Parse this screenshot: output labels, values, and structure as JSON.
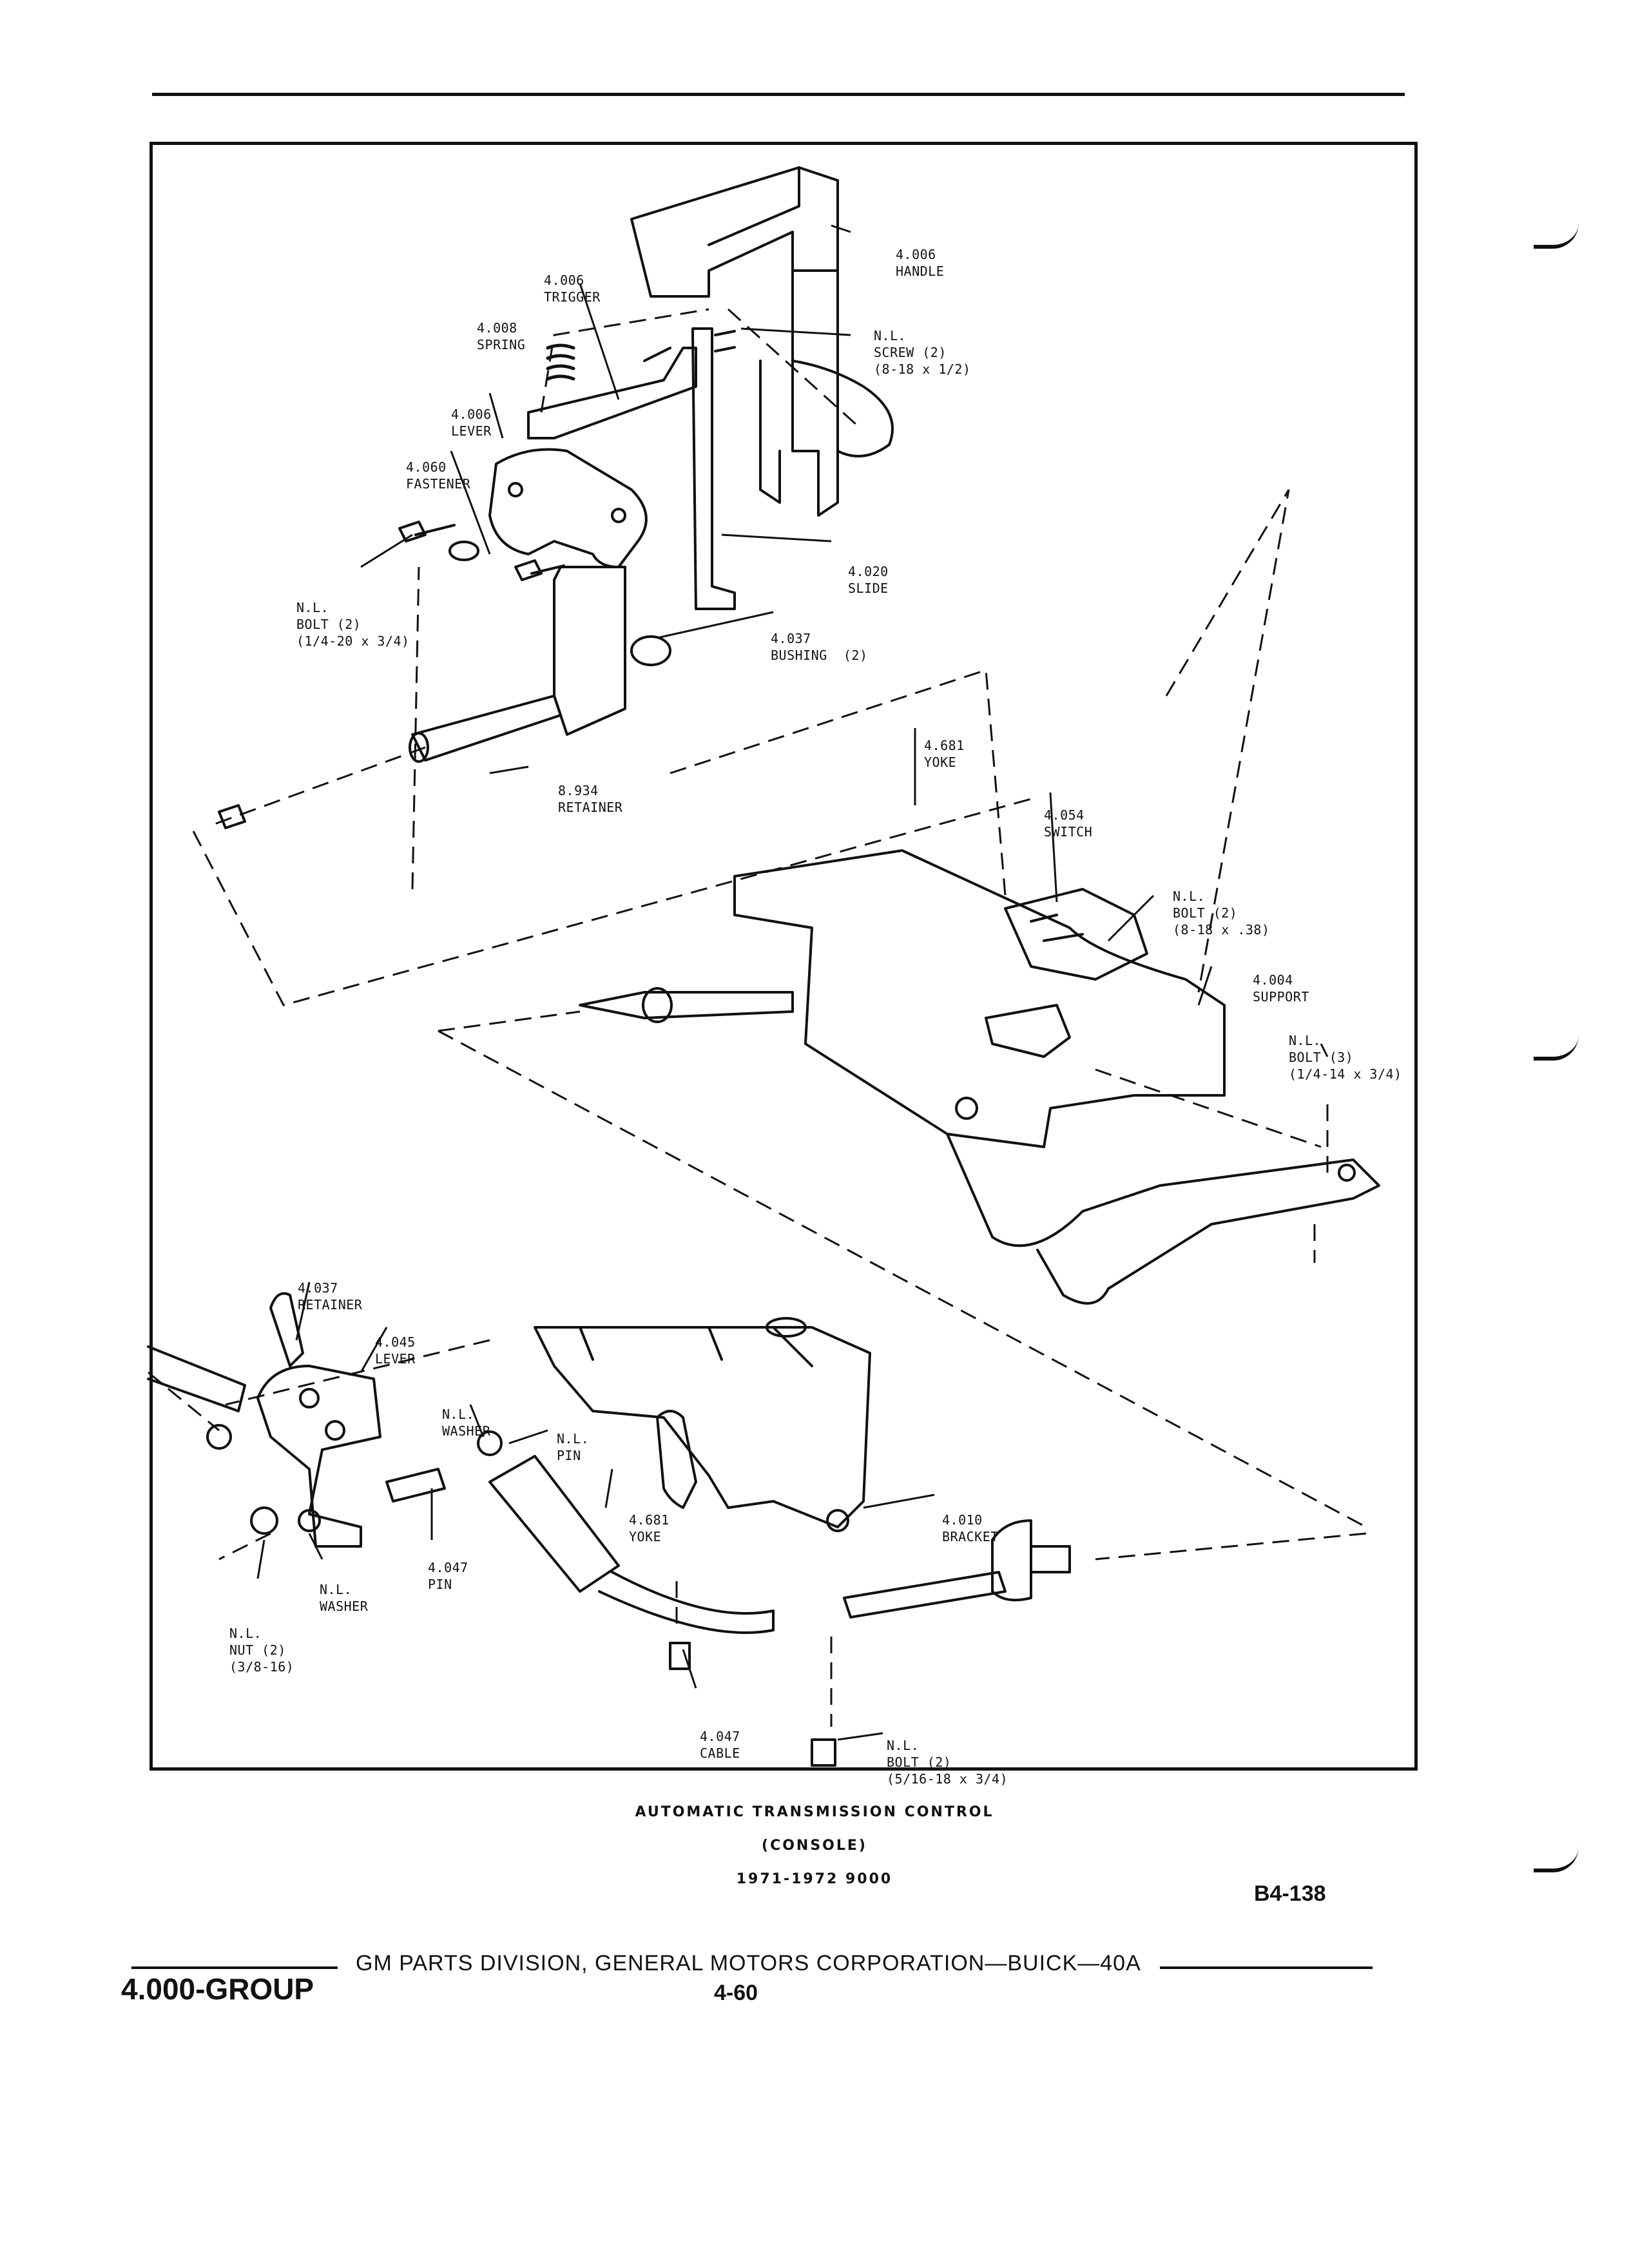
{
  "labels": {
    "trigger": [
      "4.006",
      "TRIGGER"
    ],
    "handle": [
      "4.006",
      "HANDLE"
    ],
    "spring": [
      "4.008",
      "SPRING"
    ],
    "screw": [
      "N.L.",
      "SCREW (2)",
      "(8-18 x 1/2)"
    ],
    "lever_top": [
      "4.006",
      "LEVER"
    ],
    "fastener": [
      "4.060",
      "FASTENER"
    ],
    "bolt_left": [
      "N.L.",
      "BOLT (2)",
      "(1/4-20 x 3/4)"
    ],
    "slide": [
      "4.020",
      "SLIDE"
    ],
    "bushing": [
      "4.037",
      "BUSHING  (2)"
    ],
    "yoke_top": [
      "4.681",
      "YOKE"
    ],
    "retainer_top": [
      "8.934",
      "RETAINER"
    ],
    "switch": [
      "4.054",
      "SWITCH"
    ],
    "bolt_switch": [
      "N.L.",
      "BOLT (2)",
      "(8-18 x .38)"
    ],
    "support": [
      "4.004",
      "SUPPORT"
    ],
    "bolt_support": [
      "N.L.",
      "BOLT (3)",
      "(1/4-14 x 3/4)"
    ],
    "retainer_bottom": [
      "4.037",
      "RETAINER"
    ],
    "lever_bottom": [
      "4.045",
      "LEVER"
    ],
    "washer_top": [
      "N.L.",
      "WASHER"
    ],
    "pin_nl": [
      "N.L.",
      "PIN"
    ],
    "yoke_bottom": [
      "4.681",
      "YOKE"
    ],
    "bracket": [
      "4.010",
      "BRACKET"
    ],
    "pin_bottom": [
      "4.047",
      "PIN"
    ],
    "washer_bottom": [
      "N.L.",
      "WASHER"
    ],
    "nut": [
      "N.L.",
      "NUT (2)",
      "(3/8-16)"
    ],
    "cable": [
      "4.047",
      "CABLE"
    ],
    "bolt_bottom": [
      "N.L.",
      "BOLT (2)",
      "(5/16-18 x 3/4)"
    ]
  },
  "caption": {
    "line1": "AUTOMATIC TRANSMISSION CONTROL",
    "line2": "(CONSOLE)",
    "line3": "1971-1972 9000"
  },
  "figure_code": "B4-138",
  "footer": {
    "group": "4.000-GROUP",
    "publisher": "GM PARTS DIVISION, GENERAL MOTORS CORPORATION—BUICK—40A",
    "page": "4-60"
  }
}
